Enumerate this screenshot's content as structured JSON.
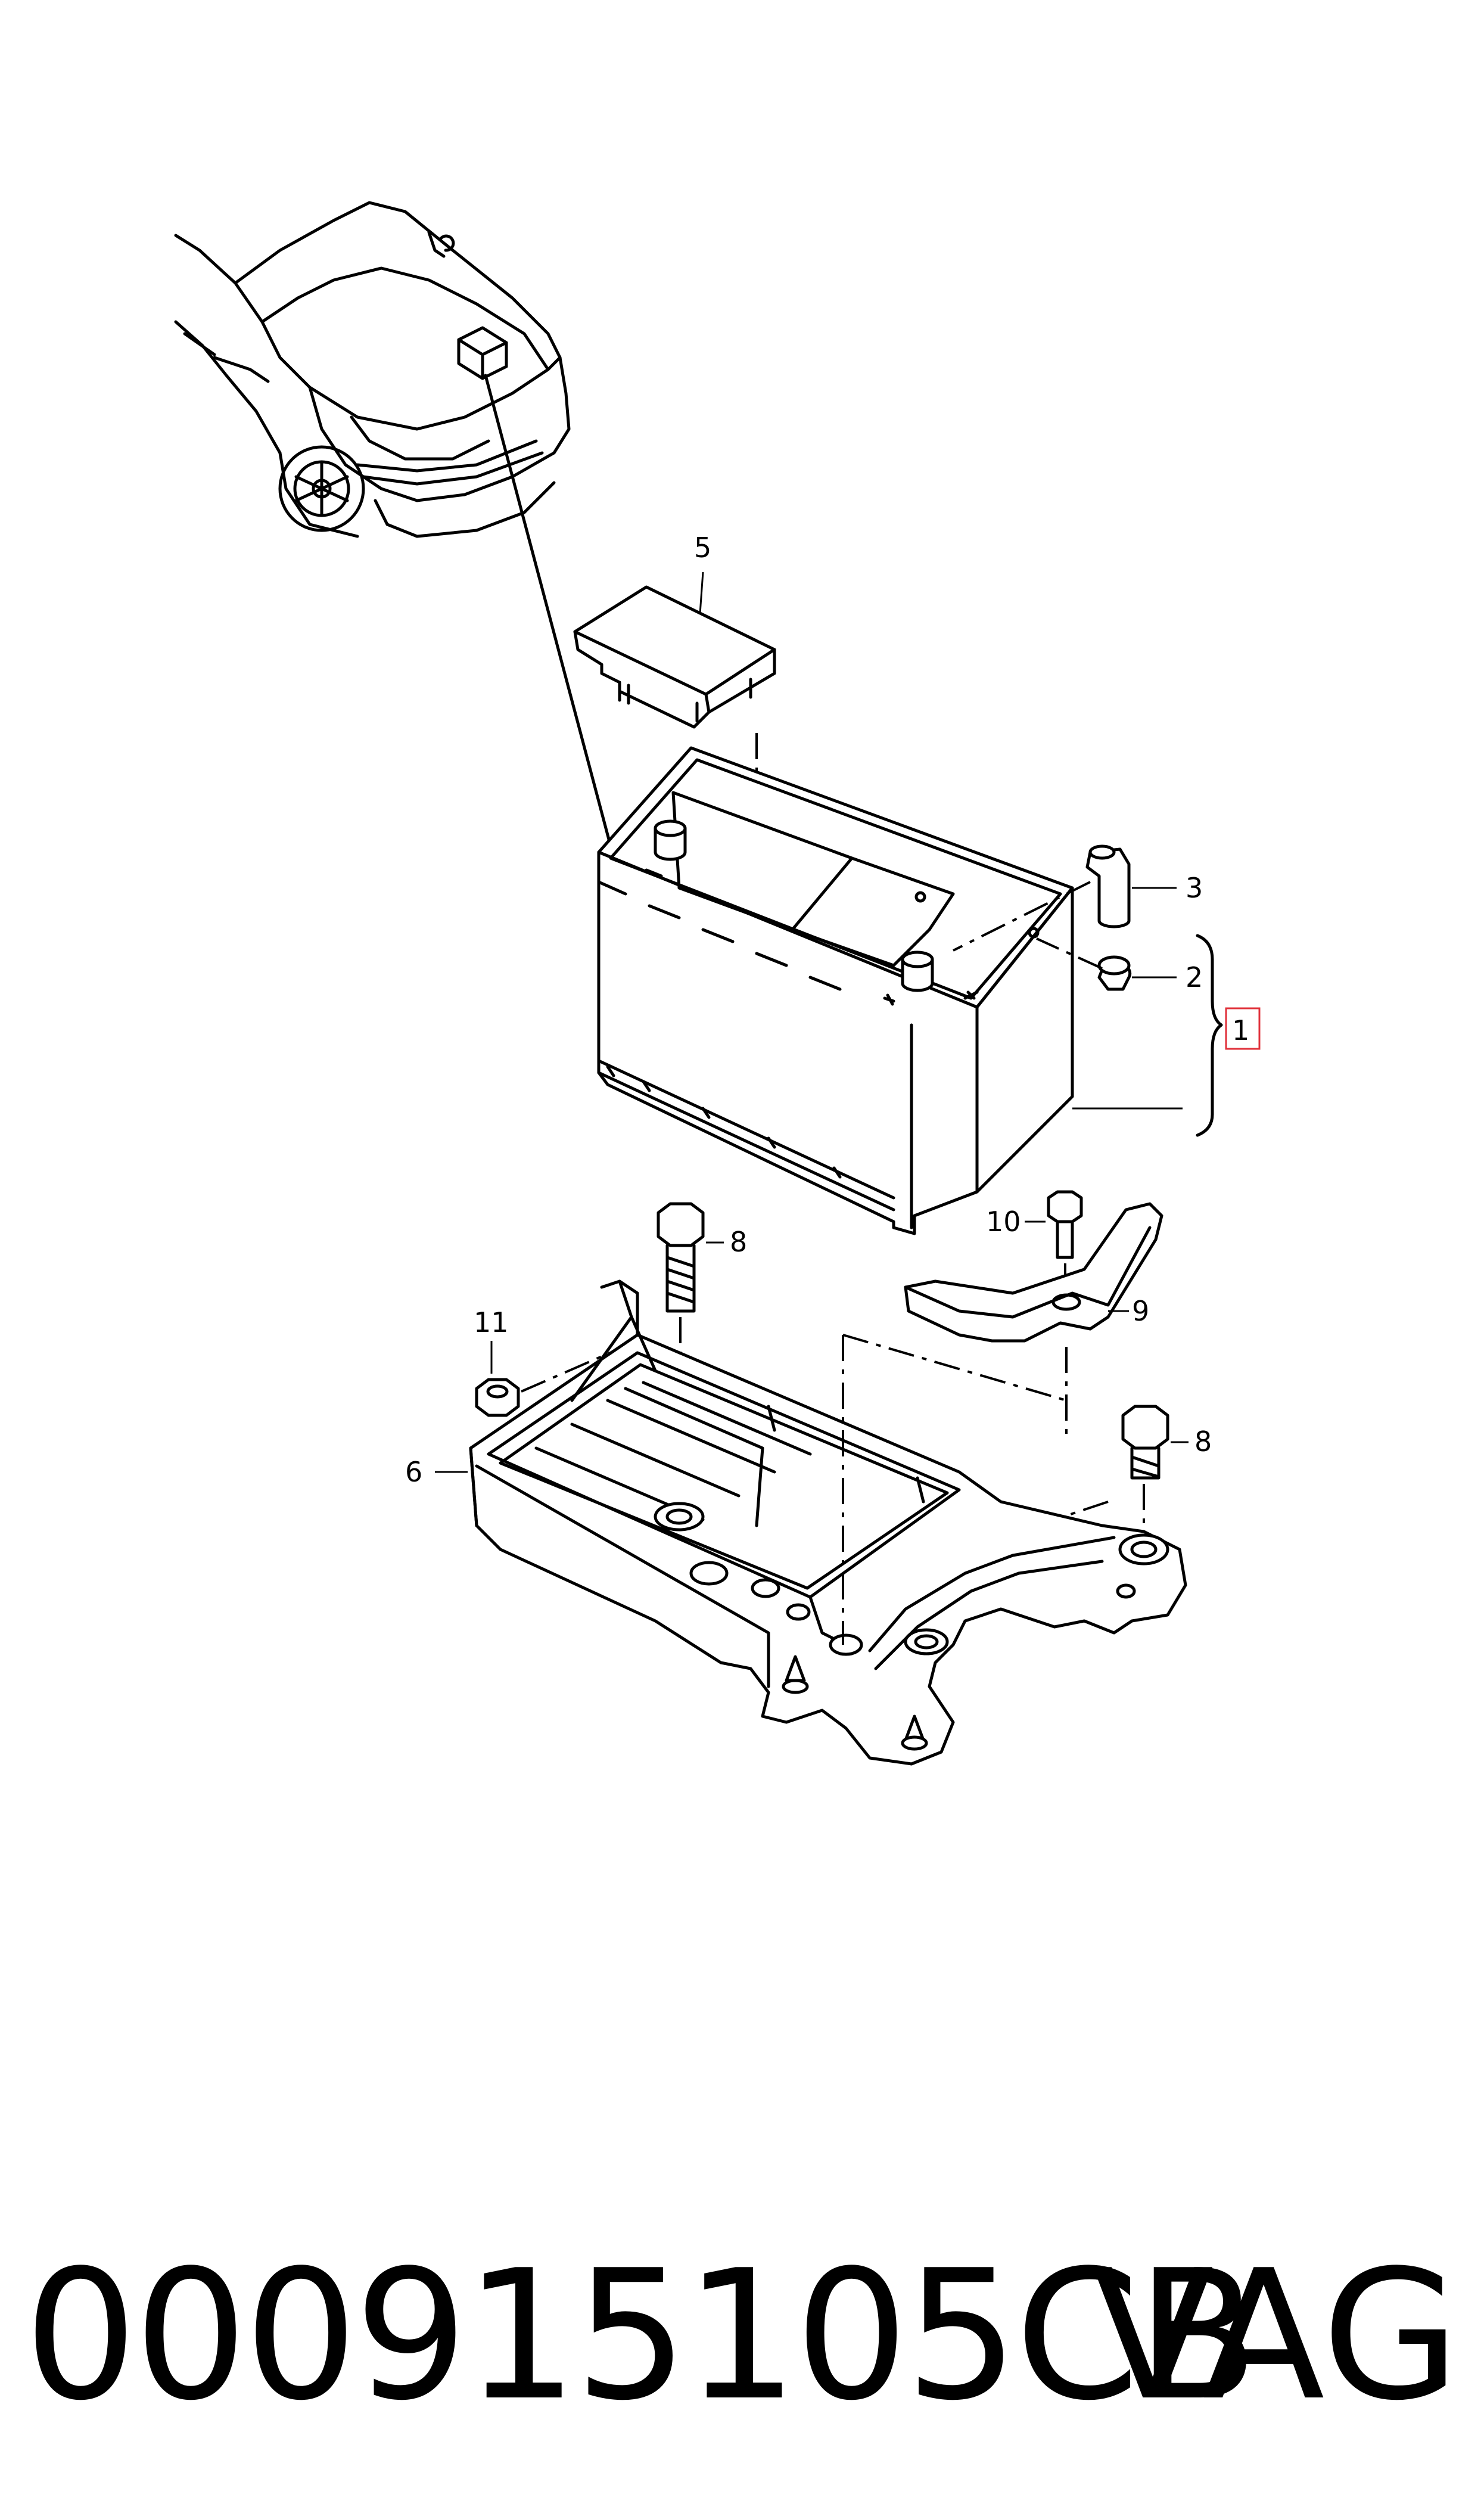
{
  "diagram": {
    "callouts": {
      "c1": "1",
      "c2": "2",
      "c3": "3",
      "c5": "5",
      "c6": "6",
      "c8a": "8",
      "c8b": "8",
      "c9": "9",
      "c10": "10",
      "c11": "11"
    },
    "highlight_color": "#e0303a"
  },
  "footer": {
    "part_number": "000915105CB",
    "brand": "VAG"
  }
}
